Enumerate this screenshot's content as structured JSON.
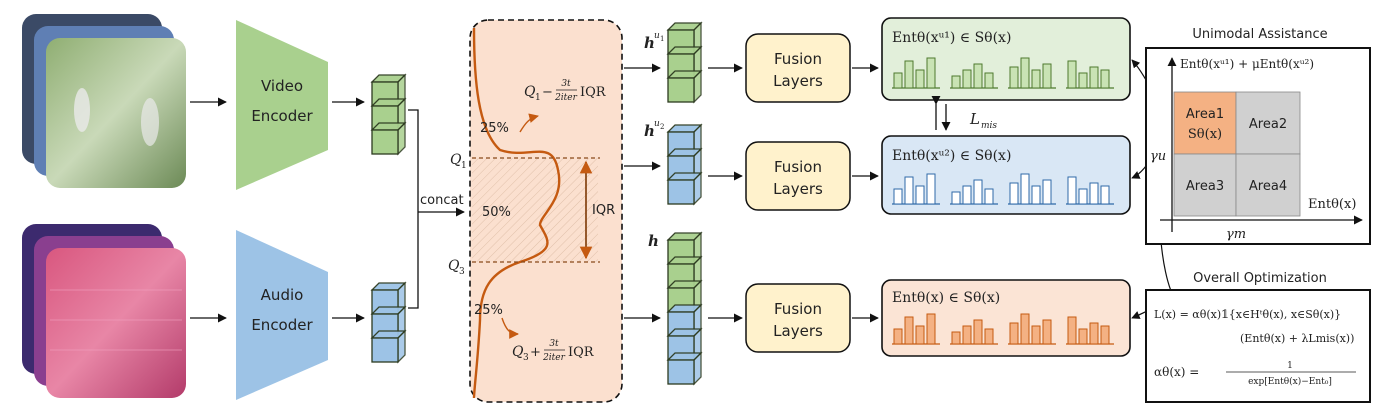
{
  "colors": {
    "video": "#a9d08e",
    "audio": "#9dc3e6",
    "fusion": "#fff2cc",
    "dist_panel": "#fbe0cf",
    "curve": "#c55a11",
    "panel_green": "#e2efda",
    "panel_blue": "#d9e7f5",
    "panel_orange": "#fbe4d5",
    "area1": "#f4b183",
    "area_gray": "#d0d0d0"
  },
  "encoders": {
    "video": {
      "line1": "Video",
      "line2": "Encoder"
    },
    "audio": {
      "line1": "Audio",
      "line2": "Encoder"
    }
  },
  "concat": "concat",
  "distribution": {
    "q1_formula": {
      "base": "Q",
      "sub": "1",
      "op": " − ",
      "frac_num": "3t",
      "frac_den": "2iter",
      "tail": "IQR"
    },
    "q3_formula": {
      "base": "Q",
      "sub": "3",
      "op": " + ",
      "frac_num": "3t",
      "frac_den": "2iter",
      "tail": "IQR"
    },
    "pct_top": "25%",
    "pct_mid": "50%",
    "pct_bot": "25%",
    "q1": {
      "base": "Q",
      "sub": "1"
    },
    "q3": {
      "base": "Q",
      "sub": "3"
    },
    "iqr": "IQR"
  },
  "features": {
    "hu1": {
      "base": "h",
      "sup": "u",
      "supsub": "1"
    },
    "hu2": {
      "base": "h",
      "sup": "u",
      "supsub": "2"
    },
    "h": {
      "base": "h"
    }
  },
  "fusion": {
    "line1": "Fusion",
    "line2": "Layers"
  },
  "panels": {
    "top": "Entθ(xᵘ¹) ∈ Sθ(x)",
    "mid": "Entθ(xᵘ²) ∈ Sθ(x)",
    "bot": "Entθ(x) ∈ Sθ(x)"
  },
  "loss_mis": "L",
  "loss_mis_sub": "mis",
  "unimodal": {
    "title": "Unimodal Assistance",
    "y_axis": "Entθ(xᵘ¹) + μEntθ(xᵘ²)",
    "x_axis": "Entθ(x)",
    "gamma_u": "γu",
    "gamma_m": "γm",
    "area1": "Area1",
    "area1_sub": "Sθ(x)",
    "area2": "Area2",
    "area3": "Area3",
    "area4": "Area4"
  },
  "overall": {
    "title": "Overall Optimization",
    "line1": "L(x) = αθ(x)𝟙{x∈Hᵗθ(x), x∈Sθ(x)}",
    "line2": "(Entθ(x) + λLmis(x))",
    "line3_lhs": "αθ(x) =",
    "frac_num": "1",
    "frac_den": "exp[Entθ(x)−Ent₀]"
  }
}
